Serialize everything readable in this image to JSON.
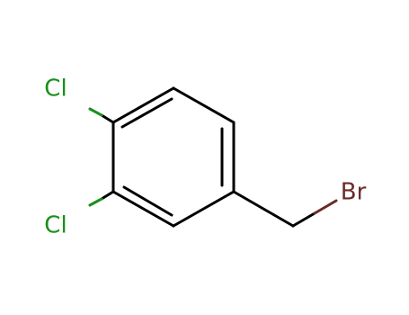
{
  "molecule": {
    "atoms": [
      {
        "id": "cl-top",
        "label": "Cl",
        "color": "#1a8f1a"
      },
      {
        "id": "cl-bottom",
        "label": "Cl",
        "color": "#1a8f1a"
      },
      {
        "id": "br",
        "label": "Br",
        "color": "#6b2a2a"
      }
    ],
    "bond_color": "#000000"
  }
}
